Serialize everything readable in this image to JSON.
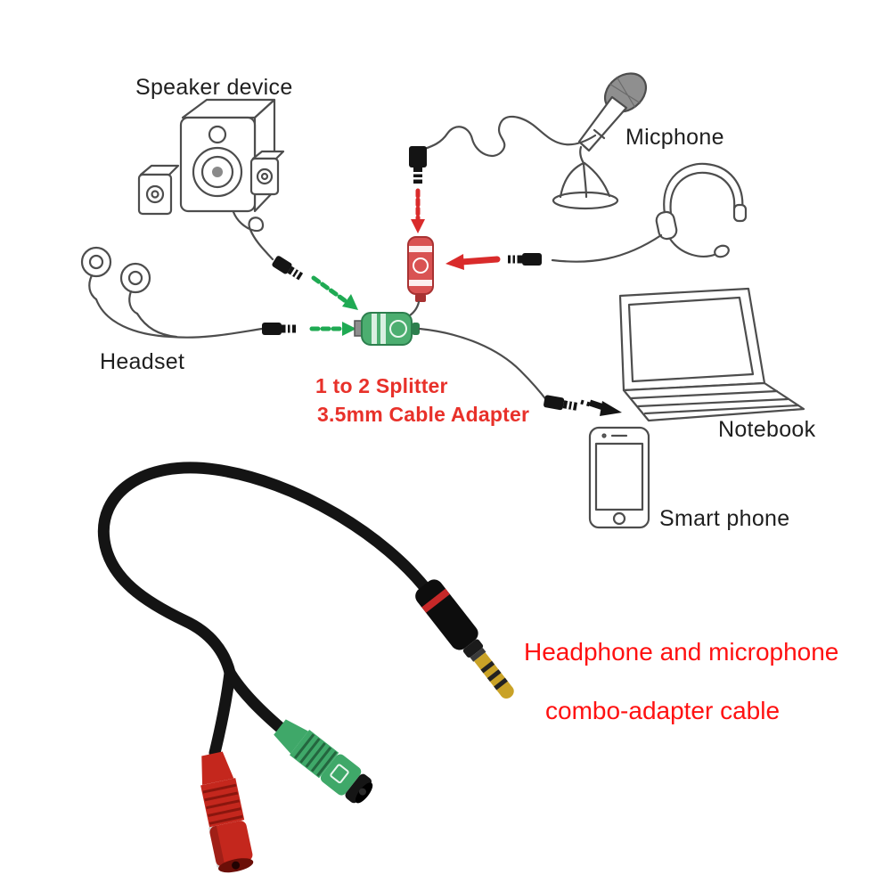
{
  "image": {
    "type": "product-illustration",
    "background": "#ffffff"
  },
  "diagram": {
    "labels": {
      "speaker_device": "Speaker device",
      "micphone": "Micphone",
      "headset": "Headset",
      "notebook": "Notebook",
      "smart_phone": "Smart phone"
    },
    "splitter_caption": {
      "line1": "1 to 2 Splitter",
      "line2": "3.5mm Cable Adapter"
    },
    "colors": {
      "label_text": "#1f1f1f",
      "splitter_text": "#e8312a",
      "arrow_green": "#1faa53",
      "arrow_red": "#d92b2b",
      "line_art": "#4d4d4d"
    }
  },
  "product": {
    "caption": {
      "line1": "Headphone and microphone",
      "line2": "combo-adapter cable"
    },
    "colors": {
      "caption_color": "#ff1111",
      "cable": "#141414",
      "plug_gold": "#c9a227",
      "plug_ring": "#c62828",
      "connector_red": "#c4271d",
      "connector_green": "#3fa869"
    }
  }
}
